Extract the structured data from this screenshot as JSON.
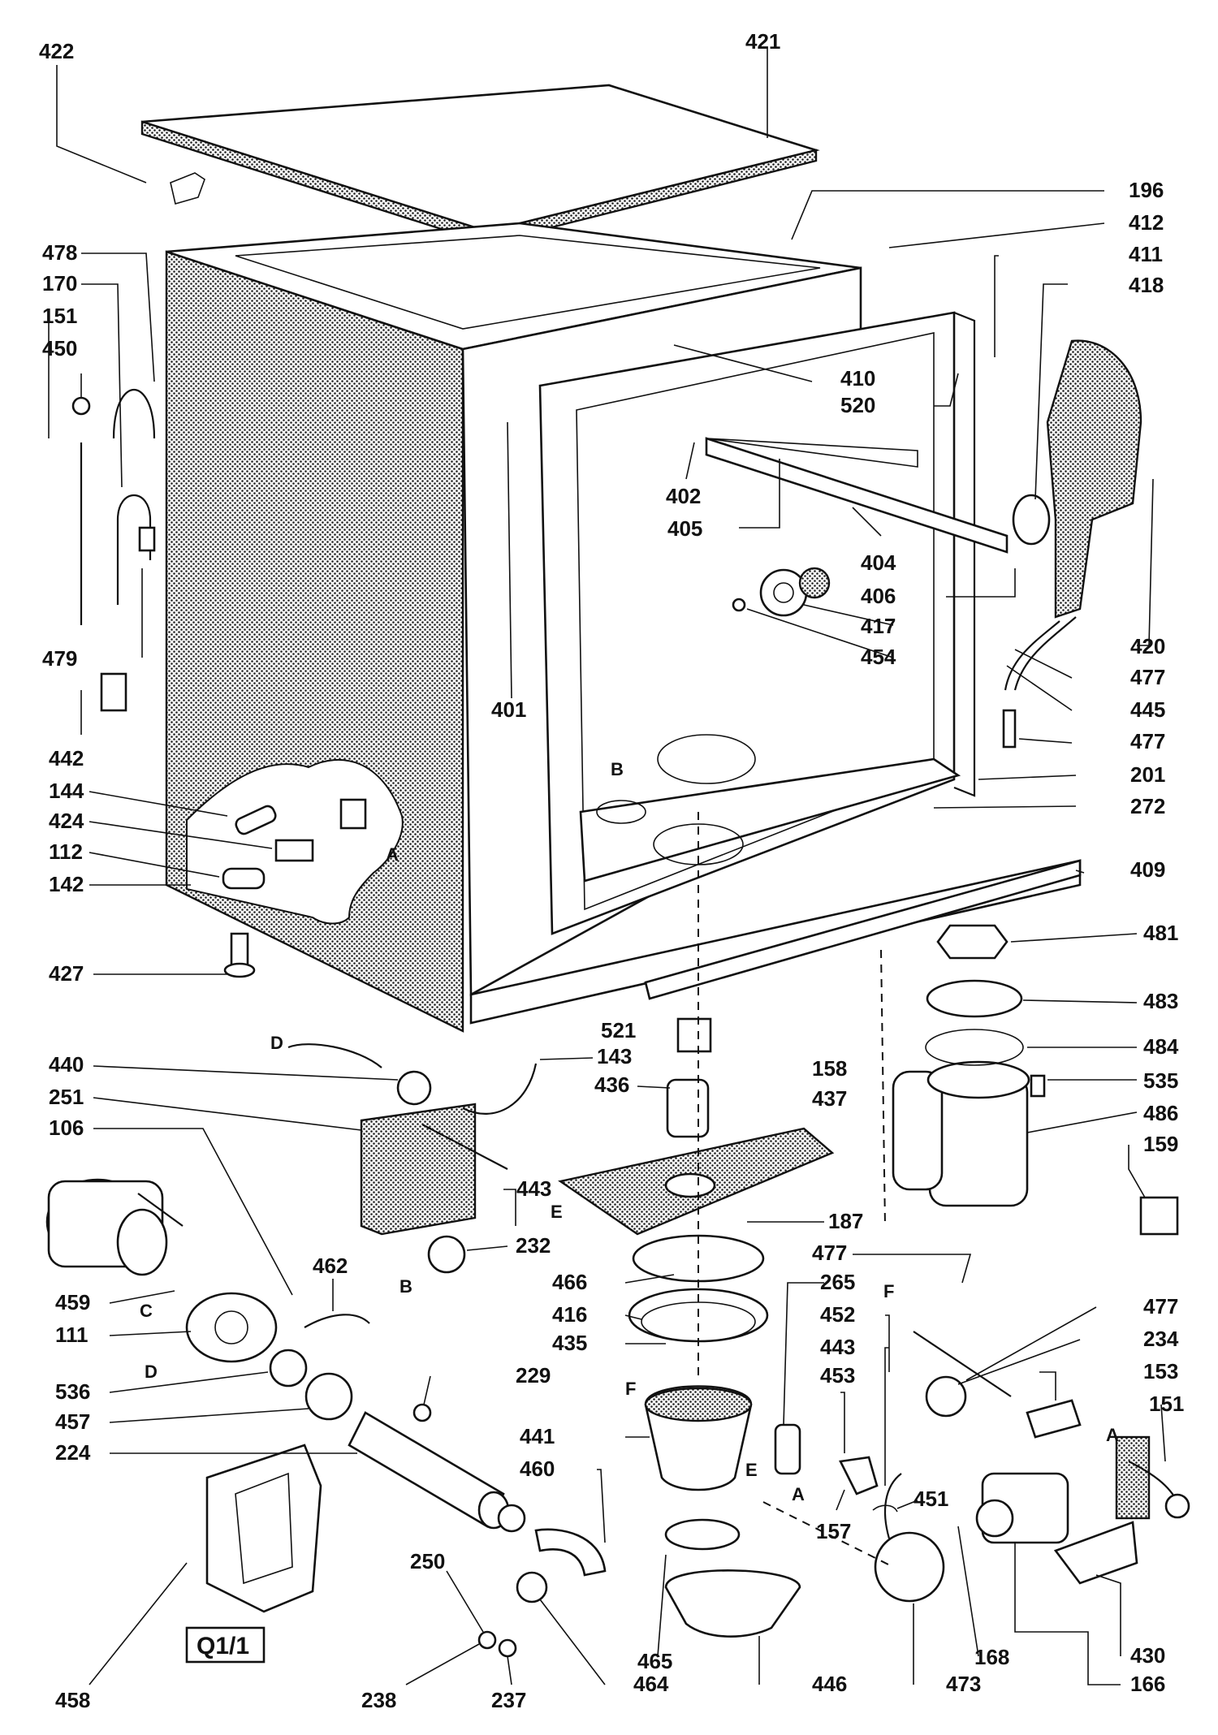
{
  "callouts": [
    {
      "id": "c422",
      "text": "422"
    },
    {
      "id": "c421",
      "text": "421"
    },
    {
      "id": "c196",
      "text": "196"
    },
    {
      "id": "c412",
      "text": "412"
    },
    {
      "id": "c411",
      "text": "411"
    },
    {
      "id": "c418",
      "text": "418"
    },
    {
      "id": "c478",
      "text": "478"
    },
    {
      "id": "c170",
      "text": "170"
    },
    {
      "id": "c151a",
      "text": "151"
    },
    {
      "id": "c450",
      "text": "450"
    },
    {
      "id": "c410",
      "text": "410"
    },
    {
      "id": "c520",
      "text": "520"
    },
    {
      "id": "c402",
      "text": "402"
    },
    {
      "id": "c405",
      "text": "405"
    },
    {
      "id": "c404",
      "text": "404"
    },
    {
      "id": "c406",
      "text": "406"
    },
    {
      "id": "c417",
      "text": "417"
    },
    {
      "id": "c454",
      "text": "454"
    },
    {
      "id": "c420",
      "text": "420"
    },
    {
      "id": "c477a",
      "text": "477"
    },
    {
      "id": "c445",
      "text": "445"
    },
    {
      "id": "c477b",
      "text": "477"
    },
    {
      "id": "c479",
      "text": "479"
    },
    {
      "id": "c401",
      "text": "401"
    },
    {
      "id": "c442",
      "text": "442"
    },
    {
      "id": "c201",
      "text": "201"
    },
    {
      "id": "c272",
      "text": "272"
    },
    {
      "id": "c144",
      "text": "144"
    },
    {
      "id": "c424",
      "text": "424"
    },
    {
      "id": "c112",
      "text": "112"
    },
    {
      "id": "c142",
      "text": "142"
    },
    {
      "id": "c409",
      "text": "409"
    },
    {
      "id": "c481",
      "text": "481"
    },
    {
      "id": "c427",
      "text": "427"
    },
    {
      "id": "c483",
      "text": "483"
    },
    {
      "id": "c521",
      "text": "521"
    },
    {
      "id": "c484",
      "text": "484"
    },
    {
      "id": "c440",
      "text": "440"
    },
    {
      "id": "c143",
      "text": "143"
    },
    {
      "id": "c158",
      "text": "158"
    },
    {
      "id": "c535",
      "text": "535"
    },
    {
      "id": "c436",
      "text": "436"
    },
    {
      "id": "c437",
      "text": "437"
    },
    {
      "id": "c251",
      "text": "251"
    },
    {
      "id": "c486",
      "text": "486"
    },
    {
      "id": "c106",
      "text": "106"
    },
    {
      "id": "c159",
      "text": "159"
    },
    {
      "id": "c443a",
      "text": "443"
    },
    {
      "id": "c187",
      "text": "187"
    },
    {
      "id": "c232",
      "text": "232"
    },
    {
      "id": "c477c",
      "text": "477"
    },
    {
      "id": "c462",
      "text": "462"
    },
    {
      "id": "c265",
      "text": "265"
    },
    {
      "id": "c466",
      "text": "466"
    },
    {
      "id": "c459",
      "text": "459"
    },
    {
      "id": "c477d",
      "text": "477"
    },
    {
      "id": "c416",
      "text": "416"
    },
    {
      "id": "c452",
      "text": "452"
    },
    {
      "id": "c234",
      "text": "234"
    },
    {
      "id": "c111",
      "text": "111"
    },
    {
      "id": "c443b",
      "text": "443"
    },
    {
      "id": "c435",
      "text": "435"
    },
    {
      "id": "c153",
      "text": "153"
    },
    {
      "id": "c536",
      "text": "536"
    },
    {
      "id": "c229",
      "text": "229"
    },
    {
      "id": "c453",
      "text": "453"
    },
    {
      "id": "c151b",
      "text": "151"
    },
    {
      "id": "c457",
      "text": "457"
    },
    {
      "id": "c224",
      "text": "224"
    },
    {
      "id": "c441",
      "text": "441"
    },
    {
      "id": "c460",
      "text": "460"
    },
    {
      "id": "c451",
      "text": "451"
    },
    {
      "id": "c157",
      "text": "157"
    },
    {
      "id": "c250",
      "text": "250"
    },
    {
      "id": "c458",
      "text": "458"
    },
    {
      "id": "c238",
      "text": "238"
    },
    {
      "id": "c237",
      "text": "237"
    },
    {
      "id": "c464",
      "text": "464"
    },
    {
      "id": "c465",
      "text": "465"
    },
    {
      "id": "c446",
      "text": "446"
    },
    {
      "id": "c473",
      "text": "473"
    },
    {
      "id": "c168",
      "text": "168"
    },
    {
      "id": "c430",
      "text": "430"
    },
    {
      "id": "c166",
      "text": "166"
    }
  ],
  "letters": [
    {
      "id": "lB1",
      "text": "B"
    },
    {
      "id": "lA1",
      "text": "A"
    },
    {
      "id": "lD1",
      "text": "D"
    },
    {
      "id": "lE1",
      "text": "E"
    },
    {
      "id": "lB2",
      "text": "B"
    },
    {
      "id": "lC1",
      "text": "C"
    },
    {
      "id": "lD2",
      "text": "D"
    },
    {
      "id": "lF1",
      "text": "F"
    },
    {
      "id": "lF2",
      "text": "F"
    },
    {
      "id": "lE2",
      "text": "E"
    },
    {
      "id": "lA2",
      "text": "A"
    },
    {
      "id": "lA3",
      "text": "A"
    }
  ],
  "plate": {
    "text": "Q1/1"
  }
}
